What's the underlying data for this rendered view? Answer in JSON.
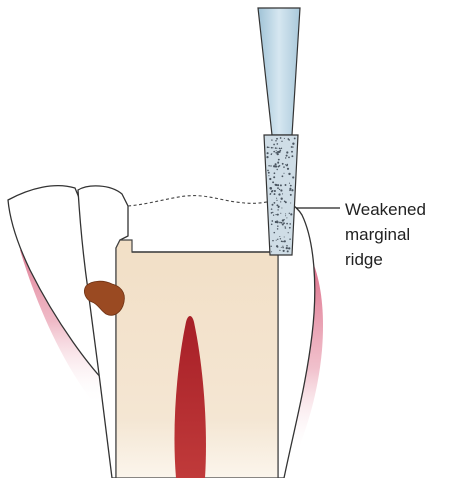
{
  "annotation": {
    "lines": [
      "Weakened",
      "marginal",
      "ridge"
    ]
  },
  "colors": {
    "enamel": "#ffffff",
    "outline": "#333333",
    "preparation": "#f2dfc6",
    "pulp": "#b0282c",
    "gingiva": "#d65a78",
    "caries": "#9a4a22",
    "bur_shank": "#bcd5e3",
    "bur_head": "#cfdde6"
  }
}
